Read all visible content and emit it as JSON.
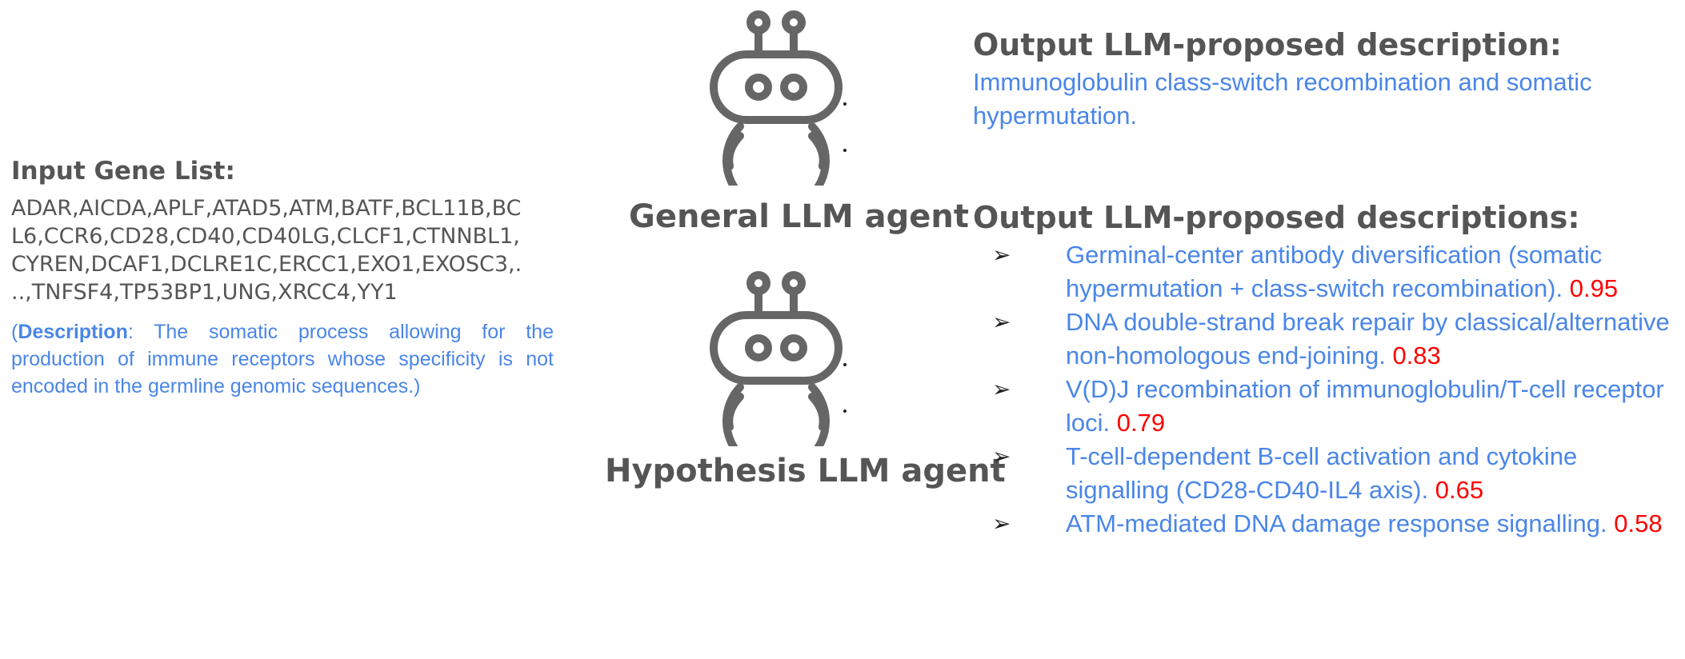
{
  "input": {
    "title": "Input Gene List:",
    "gene_lines": [
      "ADAR,AICDA,APLF,ATAD5,ATM,BATF,BCL11B,BC",
      "L6,CCR6,CD28,CD40,CD40LG,CLCF1,CTNNBL1,",
      "CYREN,DCAF1,DCLRE1C,ERCC1,EXO1,EXOSC3,.",
      "..,TNFSF4,TP53BP1,UNG,XRCC4,YY1"
    ],
    "description_open": "(",
    "description_label": "Description",
    "description_text": ": The somatic process allowing for the production of immune receptors whose specificity is not encoded in the germline genomic sequences.)"
  },
  "agents": {
    "general": {
      "label": "General LLM  agent",
      "icon": "robot-icon"
    },
    "hypothesis": {
      "label": "Hypothesis LLM  agent",
      "icon": "robot-icon"
    }
  },
  "general_output": {
    "title": "Output LLM-proposed description:",
    "text": "Immunoglobulin class-switch recombination and somatic hypermutation."
  },
  "hypothesis_output": {
    "title": "Output LLM-proposed descriptions:",
    "bullet": "➢",
    "items": [
      {
        "text": "Germinal-center antibody diversification (somatic hypermutation + class-switch recombination). ",
        "score": "0.95"
      },
      {
        "text": "DNA double-strand break repair by classical/alternative non-homologous end-joining. ",
        "score": "0.83"
      },
      {
        "text": "V(D)J recombination of immunoglobulin/T-cell receptor loci. ",
        "score": "0.79"
      },
      {
        "text": "T-cell-dependent B-cell activation and cytokine signalling (CD28-CD40-IL4 axis). ",
        "score": "0.65"
      },
      {
        "text": "ATM-mediated DNA damage response signalling. ",
        "score": "0.58"
      }
    ]
  },
  "colors": {
    "heading": "#555555",
    "accent_blue": "#4a86e8",
    "score_red": "#ff0000",
    "robot": "#666666"
  }
}
